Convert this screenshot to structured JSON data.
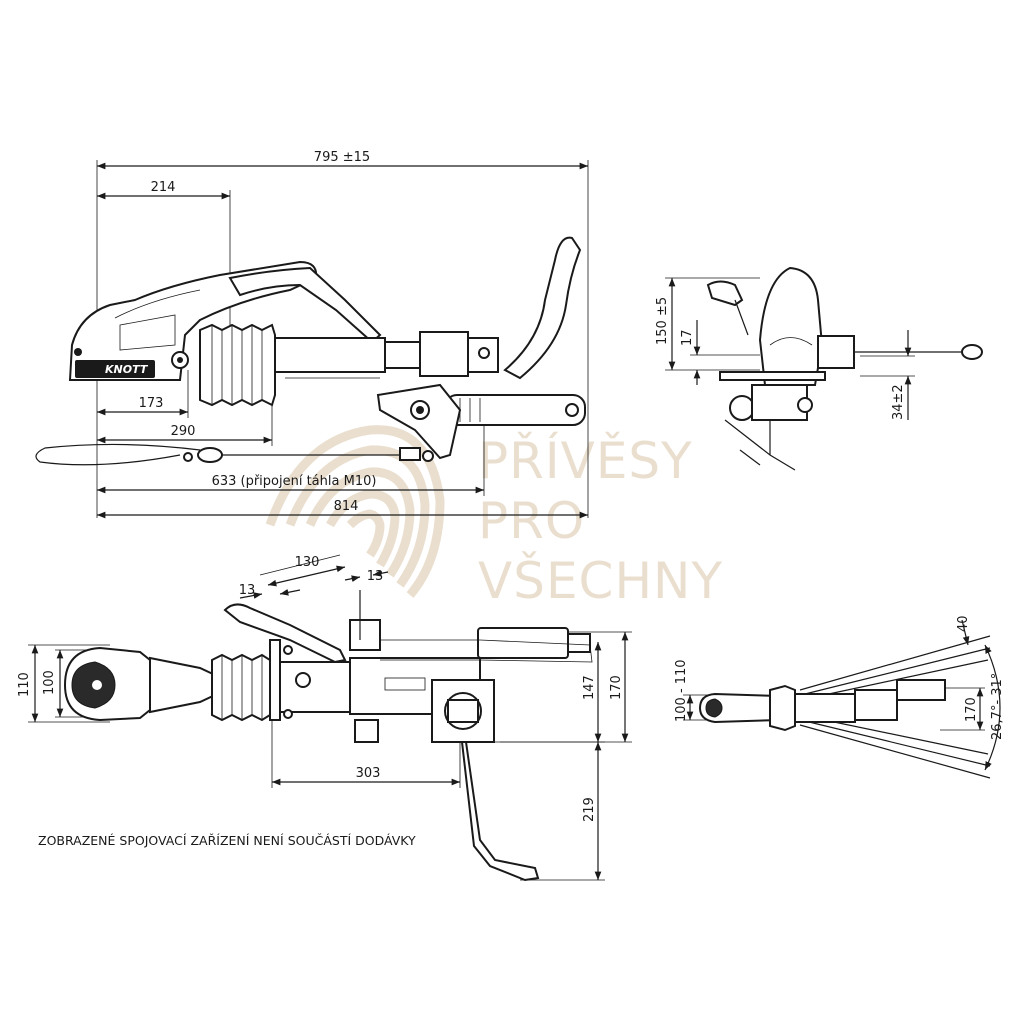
{
  "watermark": {
    "line1": "PŘÍVĚSY",
    "line2": "PRO",
    "line3": "VŠECHNY",
    "color": "#eadfcf"
  },
  "side_view": {
    "brand": "KNOTT",
    "dim_overall": "795 ±15",
    "dim_214": "214",
    "dim_173": "173",
    "dim_290": "290",
    "dim_633": "633 (připojení táhla M10)",
    "dim_814": "814"
  },
  "front_view": {
    "dim_150": "150 ±5",
    "dim_17": "17",
    "dim_34": "34±2"
  },
  "top_view": {
    "dim_130": "130",
    "dim_13a": "13",
    "dim_13b": "13",
    "dim_110": "110",
    "dim_100": "100",
    "dim_147": "147",
    "dim_170": "170",
    "dim_303": "303",
    "dim_219": "219"
  },
  "small_view": {
    "dim_100_110": "100 - 110",
    "dim_40": "40",
    "dim_170": "170",
    "dim_angle": "26,7°- 31°"
  },
  "note": "ZOBRAZENÉ SPOJOVACÍ ZAŘÍZENÍ NENÍ SOUČÁSTÍ DODÁVKY"
}
